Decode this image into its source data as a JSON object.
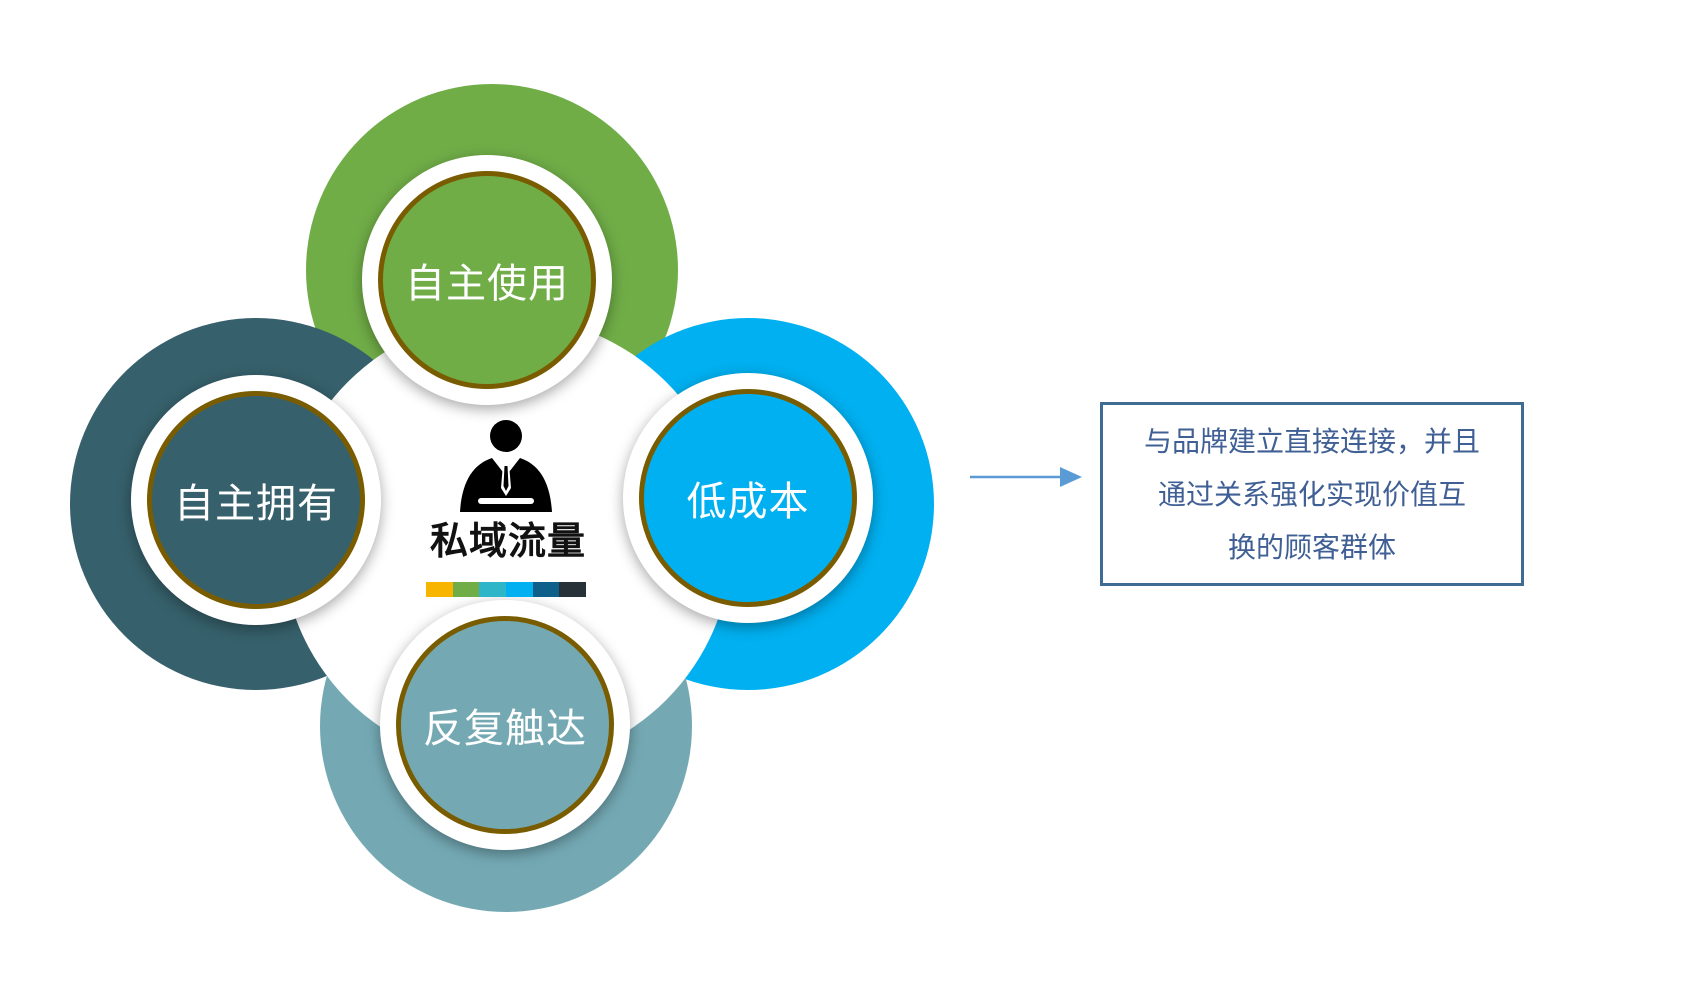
{
  "diagram": {
    "center": {
      "title": "私域流量",
      "icon": "businessman-icon",
      "color_strip": [
        "#f7b500",
        "#70ad47",
        "#2fb5c8",
        "#00b0f0",
        "#0e5f8a",
        "#263238"
      ]
    },
    "petals": [
      {
        "key": "top",
        "label": "自主使用",
        "outer_color": "#70ad47",
        "inner_color": "#70ad47"
      },
      {
        "key": "left",
        "label": "自主拥有",
        "outer_color": "#36606b",
        "inner_color": "#36606b"
      },
      {
        "key": "right",
        "label": "低成本",
        "outer_color": "#00b0f0",
        "inner_color": "#00b0f0"
      },
      {
        "key": "bottom",
        "label": "反复触达",
        "outer_color": "#74a9b4",
        "inner_color": "#74a9b4"
      }
    ],
    "ring_border_color": "#7a5c00",
    "arrow": {
      "icon": "arrow-right-icon",
      "color": "#5b9bd5"
    },
    "description": {
      "line1": "与品牌建立直接连接，并且",
      "line2": "通过关系强化实现价值互",
      "line3": "换的顾客群体",
      "border_color": "#3f6c93",
      "text_color": "#3f5f95"
    }
  }
}
